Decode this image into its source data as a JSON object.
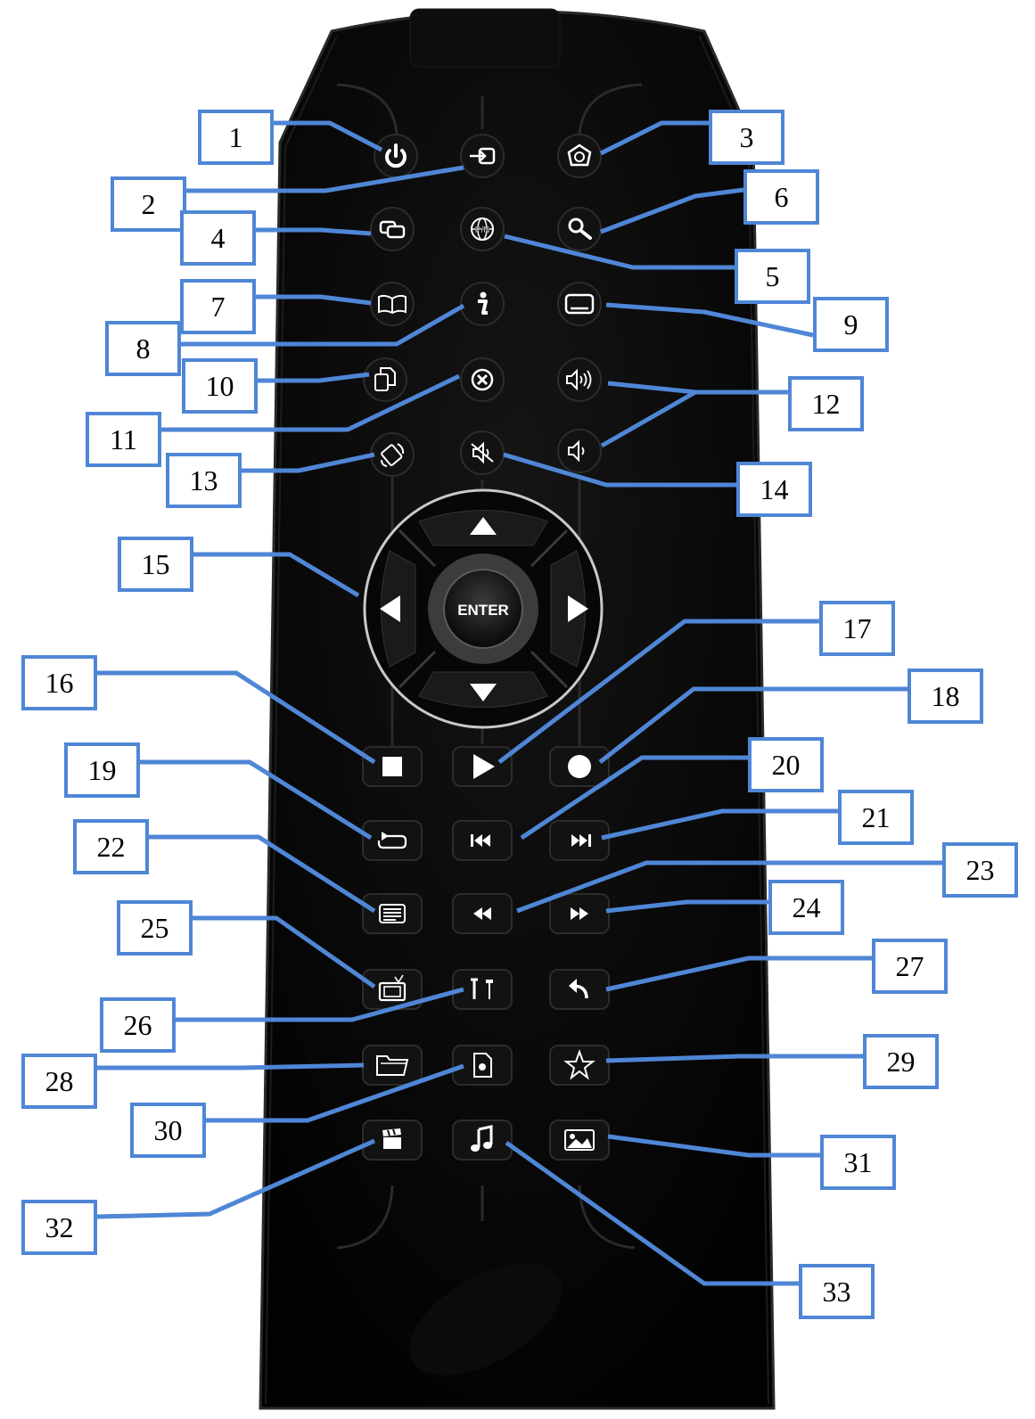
{
  "colors": {
    "callout_border": "#4f86d6",
    "leader_line": "#4f86d6",
    "remote_body": "#050505",
    "button_face": "#111111",
    "icon": "#ffffff",
    "dpad_ring": "#c9c9c9"
  },
  "remote": {
    "enter_label": "ENTER",
    "epg_label": "P/N",
    "buttons": [
      {
        "id": "b1",
        "icon": "power-icon"
      },
      {
        "id": "b2",
        "icon": "input-source-icon"
      },
      {
        "id": "b3",
        "icon": "home-swirl-icon"
      },
      {
        "id": "b4",
        "icon": "multi-window-icon"
      },
      {
        "id": "b5",
        "icon": "globe-pn-icon"
      },
      {
        "id": "b6",
        "icon": "search-icon"
      },
      {
        "id": "b7",
        "icon": "open-book-icon"
      },
      {
        "id": "b8",
        "icon": "info-icon"
      },
      {
        "id": "b9",
        "icon": "subtitle-icon"
      },
      {
        "id": "b10",
        "icon": "copy-pages-icon"
      },
      {
        "id": "b11",
        "icon": "close-circle-icon"
      },
      {
        "id": "b12a",
        "icon": "volume-up-icon"
      },
      {
        "id": "b12b",
        "icon": "volume-down-icon"
      },
      {
        "id": "b13",
        "icon": "rotate-screen-icon"
      },
      {
        "id": "b14",
        "icon": "mute-icon"
      },
      {
        "id": "b16",
        "icon": "stop-icon"
      },
      {
        "id": "b17",
        "icon": "play-icon"
      },
      {
        "id": "b18",
        "icon": "record-icon"
      },
      {
        "id": "b19",
        "icon": "repeat-icon"
      },
      {
        "id": "b20",
        "icon": "previous-track-icon"
      },
      {
        "id": "b21",
        "icon": "next-track-icon"
      },
      {
        "id": "b22",
        "icon": "teletext-icon"
      },
      {
        "id": "b23",
        "icon": "rewind-icon"
      },
      {
        "id": "b24",
        "icon": "fast-forward-icon"
      },
      {
        "id": "b25",
        "icon": "tv-icon"
      },
      {
        "id": "b26",
        "icon": "tools-icon"
      },
      {
        "id": "b27",
        "icon": "back-icon"
      },
      {
        "id": "b28",
        "icon": "folder-icon"
      },
      {
        "id": "b29",
        "icon": "document-icon"
      },
      {
        "id": "b30",
        "icon": "star-icon"
      },
      {
        "id": "b31",
        "icon": "clapperboard-icon"
      },
      {
        "id": "b32",
        "icon": "music-note-icon"
      },
      {
        "id": "b33",
        "icon": "photo-icon"
      }
    ]
  },
  "callouts": [
    {
      "label": "1"
    },
    {
      "label": "2"
    },
    {
      "label": "3"
    },
    {
      "label": "4"
    },
    {
      "label": "5"
    },
    {
      "label": "6"
    },
    {
      "label": "7"
    },
    {
      "label": "8"
    },
    {
      "label": "9"
    },
    {
      "label": "10"
    },
    {
      "label": "11"
    },
    {
      "label": "12"
    },
    {
      "label": "13"
    },
    {
      "label": "14"
    },
    {
      "label": "15"
    },
    {
      "label": "16"
    },
    {
      "label": "17"
    },
    {
      "label": "18"
    },
    {
      "label": "19"
    },
    {
      "label": "20"
    },
    {
      "label": "21"
    },
    {
      "label": "22"
    },
    {
      "label": "23"
    },
    {
      "label": "24"
    },
    {
      "label": "25"
    },
    {
      "label": "26"
    },
    {
      "label": "27"
    },
    {
      "label": "28"
    },
    {
      "label": "29"
    },
    {
      "label": "30"
    },
    {
      "label": "31"
    },
    {
      "label": "32"
    },
    {
      "label": "33"
    }
  ]
}
